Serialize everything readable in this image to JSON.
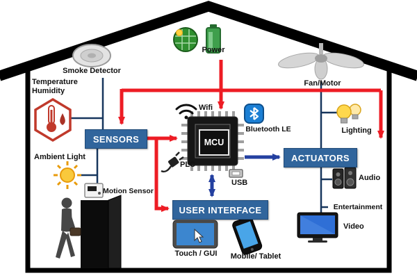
{
  "boxes": {
    "sensors": "SENSORS",
    "actuators": "ACTUATORS",
    "user_interface": "USER INTERFACE",
    "mcu": "MCU"
  },
  "labels": {
    "smoke_detector": "Smoke Detector",
    "temperature": "Temperature",
    "humidity": "Humidity",
    "power": "Power",
    "fan_motor": "Fan/Motor",
    "ambient_light": "Ambient Light",
    "motion_sensor": "Motion Sensor",
    "wifi": "Wifi",
    "bluetooth_le": "Bluetooth LE",
    "plc": "PLC",
    "usb": "USB",
    "lighting": "Lighting",
    "audio": "Audio",
    "entertainment": "Entertainment",
    "video": "Video",
    "touch_gui": "Touch / GUI",
    "mobile_tablet": "Mobile/ Tablet"
  },
  "colors": {
    "box_blue": "#31659c",
    "arrow_red": "#ed1c24",
    "arrow_blue": "#2440a0",
    "wire_navy": "#17365d",
    "house_black": "#000000",
    "bluetooth_blue": "#1b7fd4",
    "power_green": "#2f8f2f",
    "bulb_yellow": "#ffd84d"
  },
  "icons": [
    "smoke-detector-icon",
    "solar-panel-icon",
    "battery-icon",
    "ceiling-fan-icon",
    "thermometer-hex-icon",
    "water-drop-icon",
    "sun-icon",
    "motion-sensor-icon",
    "mcu-chip-icon",
    "wifi-icon",
    "bluetooth-icon",
    "plc-plug-icon",
    "usb-connector-icon",
    "light-bulbs-icon",
    "speakers-icon",
    "tv-icon",
    "touch-tablet-icon",
    "smartphone-icon",
    "person-icon",
    "door-icon",
    "house-outline"
  ]
}
